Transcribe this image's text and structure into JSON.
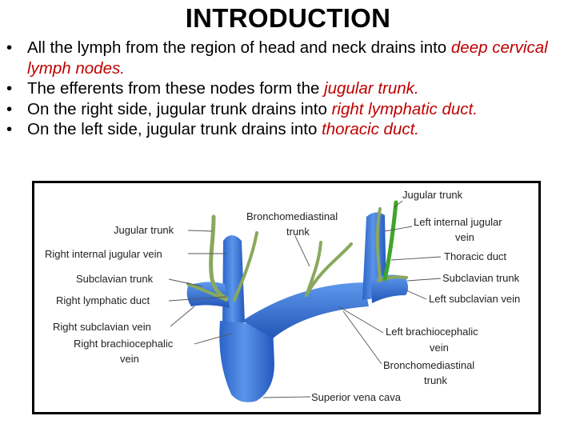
{
  "title": "INTRODUCTION",
  "bullets": [
    {
      "marker": "•",
      "pre": "All the lymph from the region of head and neck drains into ",
      "hl": "deep cervical lymph nodes.",
      "post": ""
    },
    {
      "marker": "•",
      "pre": "The efferents from these nodes form the ",
      "hl": "jugular trunk.",
      "post": ""
    },
    {
      "marker": "•",
      "pre": "On the right side, jugular trunk drains into ",
      "hl": "right lymphatic duct.",
      "post": ""
    },
    {
      "marker": "•",
      "pre": "On the left side, jugular trunk drains into ",
      "hl": "thoracic duct.",
      "post": ""
    }
  ],
  "diagram": {
    "left_labels": {
      "jugular_trunk": "Jugular trunk",
      "right_internal_jugular_vein": "Right internal jugular vein",
      "subclavian_trunk": "Subclavian trunk",
      "right_lymphatic_duct": "Right lymphatic duct",
      "right_subclavian_vein": "Right subclavian vein",
      "right_brachiocephalic_vein_1": "Right brachiocephalic",
      "right_brachiocephalic_vein_2": "vein"
    },
    "center_labels": {
      "bronchomediastinal_trunk_1": "Bronchomediastinal",
      "bronchomediastinal_trunk_2": "trunk"
    },
    "right_labels": {
      "jugular_trunk": "Jugular trunk",
      "left_internal_jugular_vein_1": "Left internal jugular",
      "left_internal_jugular_vein_2": "vein",
      "thoracic_duct": "Thoracic duct",
      "subclavian_trunk": "Subclavian trunk",
      "left_subclavian_vein": "Left subclavian vein",
      "left_brachiocephalic_vein_1": "Left brachiocephalic",
      "left_brachiocephalic_vein_2": "vein",
      "bronchomediastinal_trunk_1": "Bronchomediastinal",
      "bronchomediastinal_trunk_2": "trunk"
    },
    "bottom_labels": {
      "superior_vena_cava": "Superior vena cava"
    },
    "colors": {
      "vein_fill": "#3d7ee0",
      "vein_dark": "#1f55b8",
      "vein_highlight": "#7fb0f2",
      "lymph_vessel": "#8aa85c",
      "thoracic_duct": "#3fa52a",
      "highlight_text": "#c00000"
    }
  }
}
